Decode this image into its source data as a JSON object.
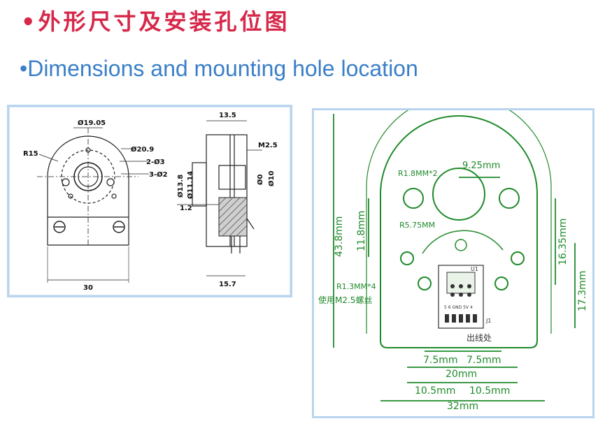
{
  "title": {
    "cn": "•外形尺寸及安装孔位图",
    "en": "•Dimensions and mounting hole location"
  },
  "left_drawing": {
    "front": {
      "dia_1905": "Ø19.05",
      "r15": "R15",
      "dia_209": "Ø20.9",
      "holes_3": "2-Ø3",
      "holes_2": "3-Ø2",
      "width_30": "30"
    },
    "side": {
      "len_135": "13.5",
      "m25": "M2.5",
      "dia_138": "Ø13.8",
      "dia_1114": "Ø11.14",
      "dia_0": "Ø0",
      "dia_10": "Ø10",
      "thk_12": "1.2",
      "len_157": "15.7"
    }
  },
  "right_drawing": {
    "dim_925": "9.25mm",
    "r18": "R1.8MM*2",
    "r575": "R5.75MM",
    "dim_118": "11.8mm",
    "dim_438": "43.8mm",
    "dim_1635": "16.35mm",
    "dim_173": "17.3mm",
    "r13": "R1.3MM*4",
    "screw_note": "使用M2.5螺丝",
    "u1": "U1",
    "j1": "J1",
    "outlet": "出线处",
    "dim_75a": "7.5mm",
    "dim_75b": "7.5mm",
    "dim_20": "20mm",
    "dim_105a": "10.5mm",
    "dim_105b": "10.5mm",
    "dim_32": "32mm",
    "pcb_pins": "5 6 GND 5V 4"
  },
  "colors": {
    "title_cn": "#d6284a",
    "title_en": "#3a7fc8",
    "dim_green": "#1f8a2a",
    "panel_border": "#b9d4ee"
  }
}
